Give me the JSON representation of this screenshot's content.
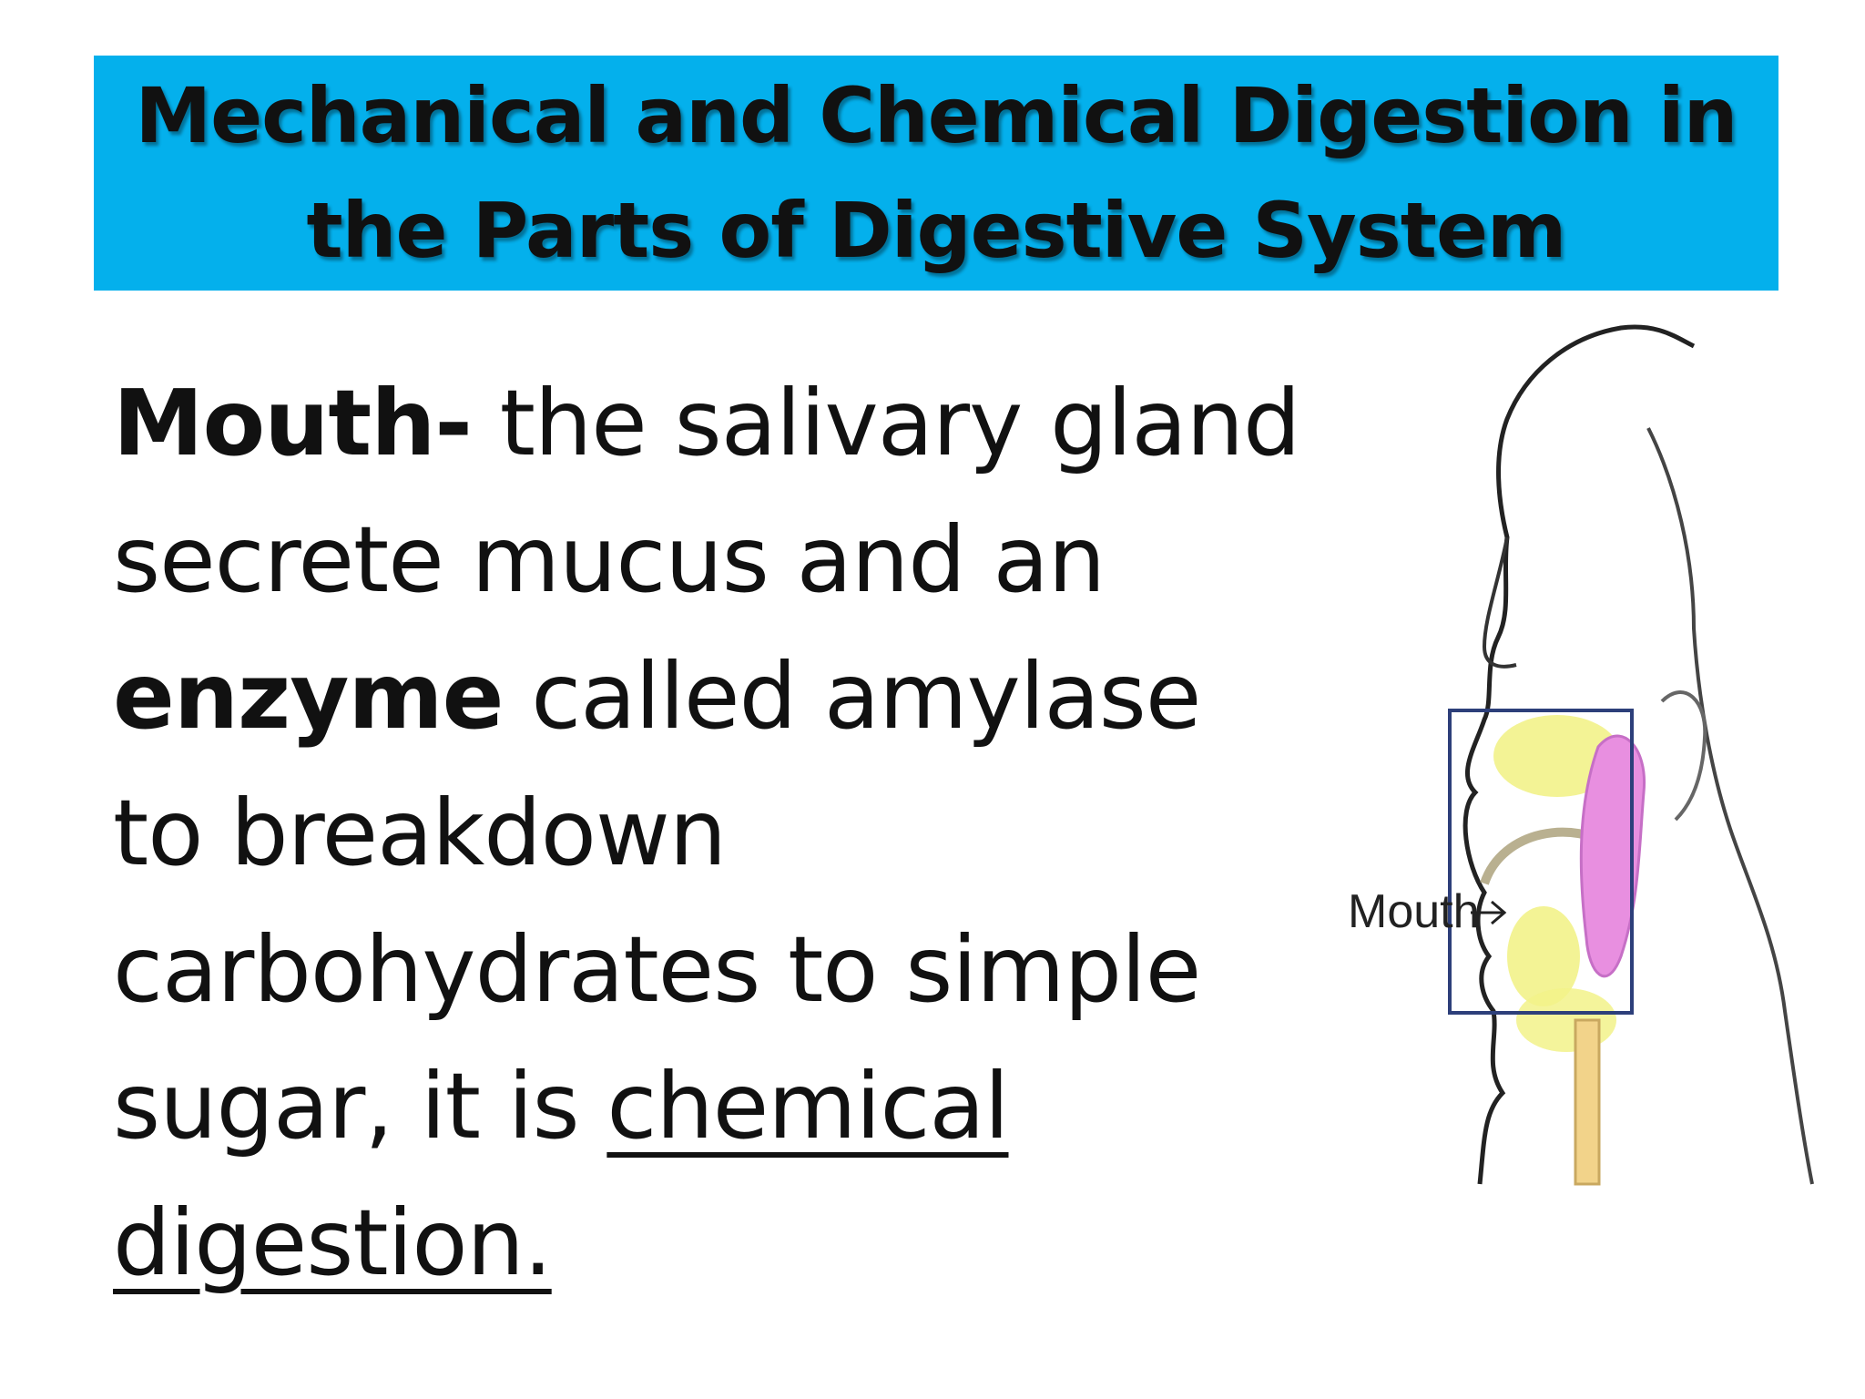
{
  "slide": {
    "title": "Mechanical and Chemical Digestion in the Parts of Digestive System",
    "body": {
      "term": "Mouth-",
      "text_1": " the salivary gland secrete mucus and an ",
      "bold_word": "enzyme",
      "text_2": " called amylase to breakdown carbohydrates to simple sugar, it is ",
      "underlined": "chemical digestion."
    },
    "illustration": {
      "label": "Mouth"
    }
  },
  "colors": {
    "title_background": "#04b0ec",
    "text": "#111111",
    "salivary_gland": "#e88fe0",
    "tongue_and_glands": "#f2f28a",
    "esophagus": "#f2d38a",
    "highlight_box": "#2d3f7a"
  }
}
